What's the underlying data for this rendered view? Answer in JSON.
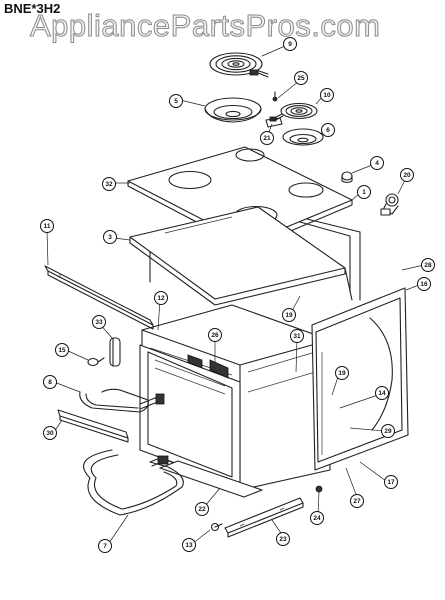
{
  "model_label": "BNE*3H2",
  "watermark": "AppliancePartsPros.com",
  "callouts": [
    {
      "label": "9",
      "part": "surface-element-large"
    },
    {
      "label": "25"
    },
    {
      "label": "5",
      "part": "drip-bowl-large"
    },
    {
      "label": "10",
      "part": "surface-element-small"
    },
    {
      "label": "21"
    },
    {
      "label": "6",
      "part": "drip-bowl-small"
    },
    {
      "label": "4"
    },
    {
      "label": "32",
      "part": "cooktop"
    },
    {
      "label": "20"
    },
    {
      "label": "1"
    },
    {
      "label": "11"
    },
    {
      "label": "3"
    },
    {
      "label": "28"
    },
    {
      "label": "16"
    },
    {
      "label": "12"
    },
    {
      "label": "19"
    },
    {
      "label": "33"
    },
    {
      "label": "26"
    },
    {
      "label": "31"
    },
    {
      "label": "15"
    },
    {
      "label": "19"
    },
    {
      "label": "14"
    },
    {
      "label": "8",
      "part": "bake-element"
    },
    {
      "label": "29"
    },
    {
      "label": "30"
    },
    {
      "label": "27"
    },
    {
      "label": "17"
    },
    {
      "label": "22"
    },
    {
      "label": "24"
    },
    {
      "label": "7",
      "part": "broil-element"
    },
    {
      "label": "13"
    },
    {
      "label": "23"
    }
  ]
}
